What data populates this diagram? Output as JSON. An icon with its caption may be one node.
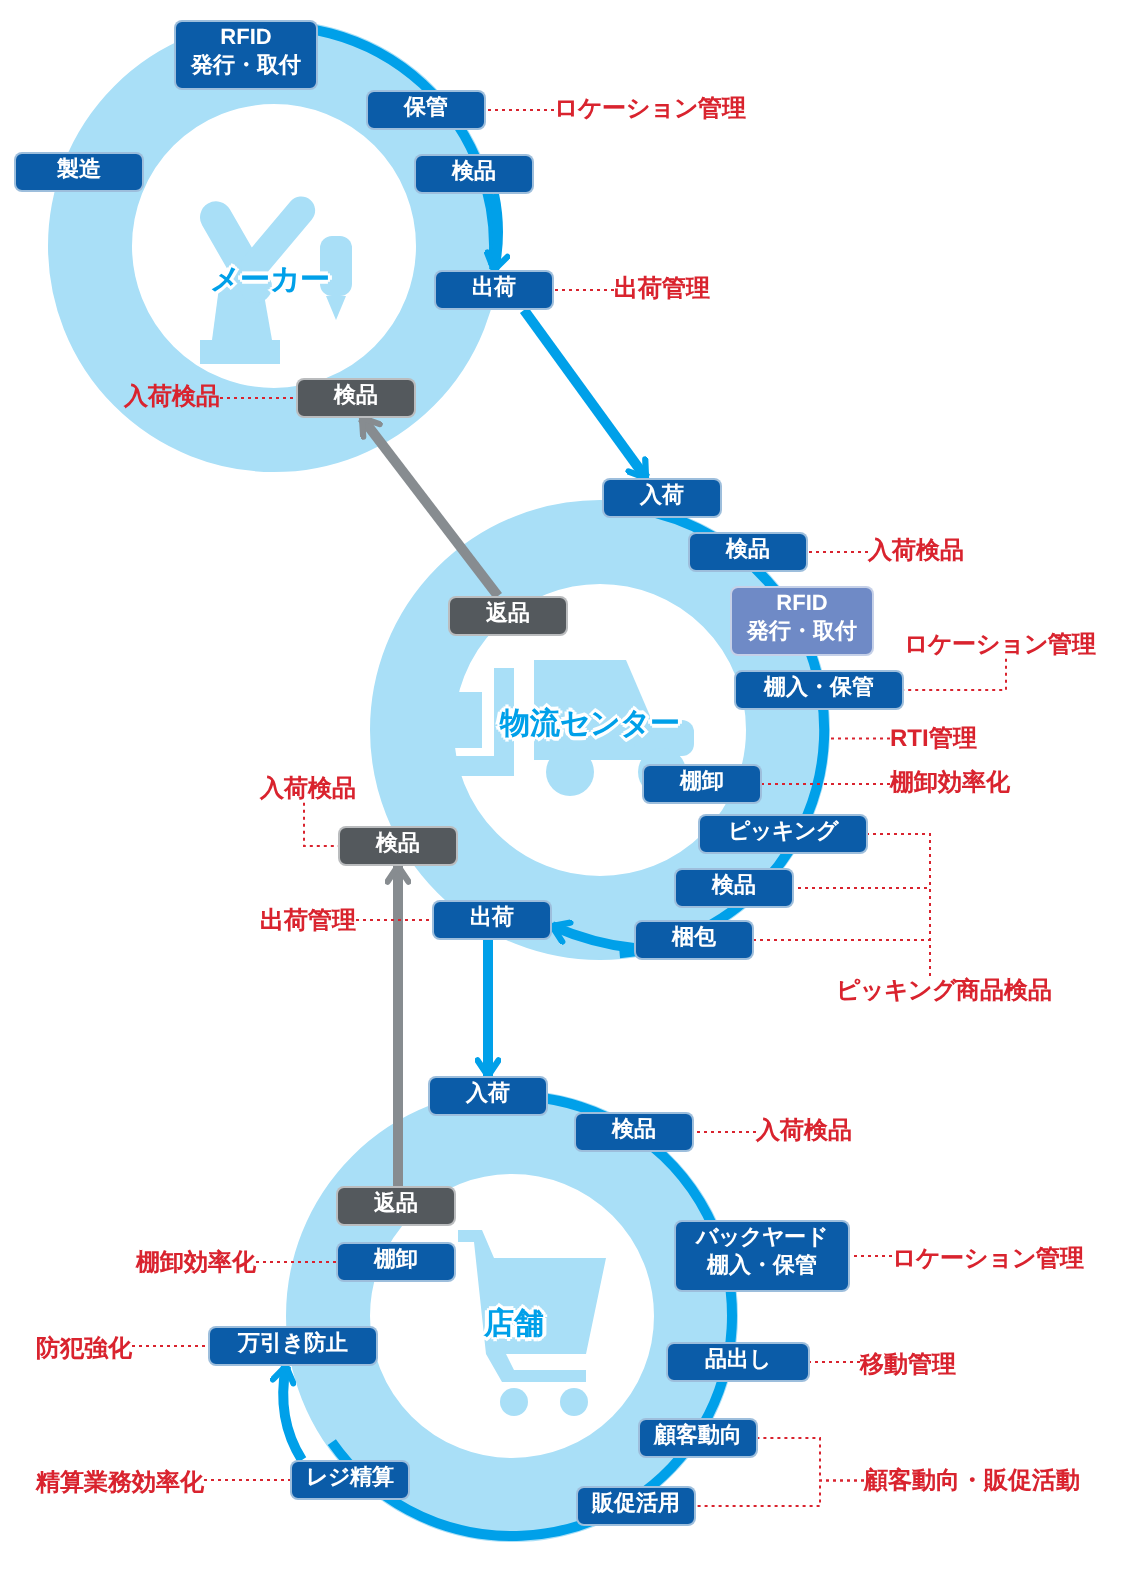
{
  "diagram": {
    "nodes": [
      {
        "text": [
          "メーカー"
        ]
      },
      {
        "text": [
          "製造"
        ]
      },
      {
        "text": [
          "RFID発行・取付"
        ]
      },
      {
        "text": [
          "保管"
        ]
      },
      {
        "text": [
          "検品"
        ]
      },
      {
        "text": [
          "出荷"
        ]
      },
      {
        "text": [
          "検品"
        ],
        "in": 0
      },
      {
        "text": [
          "物流センター"
        ]
      },
      {
        "text": [
          "入荷"
        ]
      },
      {
        "text": [
          "検品"
        ]
      },
      {
        "text": [
          "RFID発行・取付"
        ]
      },
      {
        "text": [
          "棚入・保管"
        ]
      },
      {
        "text": [
          "棚卸"
        ],
        "in": 7
      },
      {
        "text": [
          "ピッキング"
        ]
      },
      {
        "text": [
          "検品"
        ]
      },
      {
        "text": [
          "梱包"
        ]
      },
      {
        "text": [
          "返品"
        ],
        "in": 7
      },
      {
        "text": [
          "出荷"
        ]
      },
      {
        "text": [
          "検品"
        ]
      },
      {
        "text": [
          "店舗"
        ]
      },
      {
        "text": [
          "入荷"
        ]
      },
      {
        "text": [
          "検品"
        ]
      },
      {
        "text": [
          "返品"
        ],
        "in": 19
      },
      {
        "text": [
          "棚卸"
        ],
        "in": 19
      },
      {
        "text": [
          "バックヤード棚入・保管"
        ]
      },
      {
        "text": [
          "万引き防止"
        ]
      },
      {
        "text": [
          "品出し"
        ]
      },
      {
        "text": [
          "顧客動向"
        ]
      },
      {
        "text": [
          "レジ精算"
        ]
      },
      {
        "text": [
          "販促活用"
        ]
      },
      {
        "text": [
          "ロケーション管理"
        ]
      },
      {
        "text": [
          "出荷管理"
        ]
      },
      {
        "text": [
          "入荷検品"
        ],
        "in": 0
      },
      {
        "text": [
          "入荷検品"
        ]
      },
      {
        "text": [
          "ロケーション管理"
        ]
      },
      {
        "text": [
          "RTI管理"
        ]
      },
      {
        "text": [
          "棚卸効率化"
        ]
      },
      {
        "text": [
          "ピッキング商品検品"
        ]
      },
      {
        "text": [
          "入荷検品"
        ]
      },
      {
        "text": [
          "出荷管理"
        ]
      },
      {
        "text": [
          "入荷検品"
        ]
      },
      {
        "text": [
          "ロケーション管理"
        ]
      },
      {
        "text": [
          "棚卸効率化"
        ]
      },
      {
        "text": [
          "移動管理"
        ]
      },
      {
        "text": [
          "防犯強化"
        ]
      },
      {
        "text": [
          "顧客動向・販促活動"
        ]
      },
      {
        "text": [
          "精算業務効率化"
        ]
      }
    ],
    "edges": [
      {
        "from": 4,
        "to": 5,
        "arrow": "to",
        "style": "thick",
        "color": "#00a0e9"
      },
      {
        "from": 5,
        "to": 8,
        "arrow": "to",
        "style": "thick",
        "color": "#00a0e9"
      },
      {
        "from": 15,
        "to": 17,
        "arrow": "to",
        "style": "thick",
        "color": "#00a0e9"
      },
      {
        "from": 16,
        "to": 6,
        "arrow": "to",
        "style": "thick",
        "color": "#878c90"
      },
      {
        "from": 17,
        "to": 20,
        "arrow": "to",
        "style": "thick",
        "color": "#00a0e9"
      },
      {
        "from": 22,
        "to": 18,
        "arrow": "to",
        "style": "thick",
        "color": "#878c90"
      },
      {
        "from": 28,
        "to": 25,
        "arrow": "to",
        "style": "thick",
        "color": "#00a0e9"
      },
      {
        "from": 30,
        "to": 3,
        "arrow": "none",
        "style": "dashed"
      },
      {
        "from": 31,
        "to": 5,
        "arrow": "none",
        "style": "dashed"
      },
      {
        "from": 32,
        "to": 6,
        "arrow": "none",
        "style": "dashed"
      },
      {
        "from": 33,
        "to": 9,
        "arrow": "none",
        "style": "dashed"
      },
      {
        "from": 34,
        "to": 11,
        "arrow": "none",
        "style": "dashed"
      },
      {
        "from": 35,
        "to": 7,
        "arrow": "none",
        "style": "dashed"
      },
      {
        "from": 36,
        "to": 12,
        "arrow": "none",
        "style": "dashed"
      },
      {
        "from": 37,
        "to": 13,
        "arrow": "none",
        "style": "dashed"
      },
      {
        "from": 37,
        "to": 14,
        "arrow": "none",
        "style": "dashed"
      },
      {
        "from": 37,
        "to": 15,
        "arrow": "none",
        "style": "dashed"
      },
      {
        "from": 38,
        "to": 18,
        "arrow": "none",
        "style": "dashed"
      },
      {
        "from": 39,
        "to": 17,
        "arrow": "none",
        "style": "dashed"
      },
      {
        "from": 40,
        "to": 21,
        "arrow": "none",
        "style": "dashed"
      },
      {
        "from": 41,
        "to": 24,
        "arrow": "none",
        "style": "dashed"
      },
      {
        "from": 42,
        "to": 23,
        "arrow": "none",
        "style": "dashed"
      },
      {
        "from": 43,
        "to": 26,
        "arrow": "none",
        "style": "dashed"
      },
      {
        "from": 44,
        "to": 25,
        "arrow": "none",
        "style": "dashed"
      },
      {
        "from": 45,
        "to": 27,
        "arrow": "none",
        "style": "dashed"
      },
      {
        "from": 45,
        "to": 29,
        "arrow": "none",
        "style": "dashed"
      },
      {
        "from": 46,
        "to": 28,
        "arrow": "none",
        "style": "dashed"
      }
    ]
  }
}
